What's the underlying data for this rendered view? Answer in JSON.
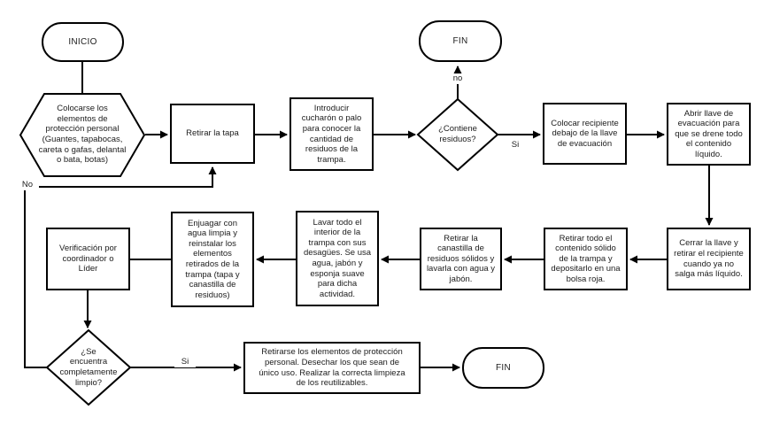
{
  "colors": {
    "line": "#000000",
    "node_fill": "#ffffff",
    "text": "#1c1c1c",
    "background": "#ffffff"
  },
  "nodes": {
    "inicio": "INICIO",
    "colocarse_epp": "Colocarse los\nelementos de\nprotección personal\n(Guantes, tapabocas,\ncareta o gafas, delantal\no bata, botas)",
    "retirar_tapa": "Retirar la tapa",
    "introducir": "Introducir\ncucharón o palo\npara conocer la\ncantidad de\nresiduos de la\ntrampa.",
    "fin_superior": "FIN",
    "contiene_residuos": "¿Contiene\nresiduos?",
    "colocar_recipiente": "Colocar recipiente\ndebajo de la llave\nde evacuación",
    "abrir_llave": "Abrir llave de\nevacuación para\nque se drene todo\nel contenido\nlíquido.",
    "cerrar_llave": "Cerrar la llave y\nretirar el recipiente\ncuando ya no\nsalga más líquido.",
    "retirar_solidos": "Retirar todo el\ncontenido sólido\nde la trampa y\ndepositarlo en una\nbolsa roja.",
    "retirar_canastilla": "Retirar la\ncanastilla de\nresiduos sólidos y\nlavarla con agua y\njabón.",
    "lavar_interior": "Lavar todo el\ninterior de la\ntrampa con sus\ndesagües. Se usa\nagua, jabón y\nesponja suave\npara dicha\nactividad.",
    "enjuagar": "Enjuagar con\nagua limpia y\nreinstalar los\nelementos\nretirados de la\ntrampa (tapa y\ncanastilla de\nresiduos)",
    "verificacion": "Verificación por\ncoordinador o\nLíder",
    "limpio": "¿Se\nencuentra\ncompletamente\nlimpio?",
    "retirarse_epp": "Retirarse los elementos de protección\npersonal. Desechar los que sean de\núnico uso. Realizar la correcta limpieza\nde los reutilizables.",
    "fin_inferior": "FIN"
  },
  "edge_labels": {
    "no_superior": "no",
    "si_superior": "Si",
    "no_izquierda": "No",
    "si_inferior": "Si"
  }
}
